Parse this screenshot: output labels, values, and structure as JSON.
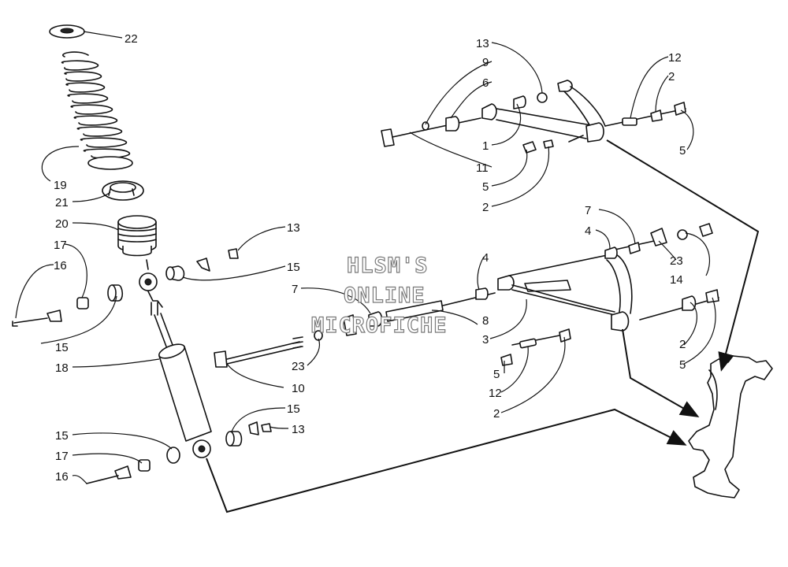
{
  "watermark": {
    "lines": [
      "HLSM'S",
      "ONLINE",
      "MICROFICHE"
    ]
  },
  "callouts": {
    "c22": "22",
    "c19": "19",
    "c21": "21",
    "c20": "20",
    "c13a": "13",
    "c17a": "17",
    "c16a": "16",
    "c15a": "15",
    "c15b": "15",
    "c18": "18",
    "c15c": "15",
    "c13b": "13",
    "c15d": "15",
    "c17b": "17",
    "c16b": "16",
    "c7a": "7",
    "c8": "8",
    "c23a": "23",
    "c10": "10",
    "c13c": "13",
    "c9": "9",
    "c6": "6",
    "c1": "1",
    "c11": "11",
    "c5a": "5",
    "c2a": "2",
    "c12a": "12",
    "c2b": "2",
    "c5b": "5",
    "c7b": "7",
    "c4a": "4",
    "c23b": "23",
    "c14": "14",
    "c4b": "4",
    "c3": "3",
    "c2c": "2",
    "c5c": "5",
    "c5d": "5",
    "c12b": "12",
    "c2d": "2"
  }
}
